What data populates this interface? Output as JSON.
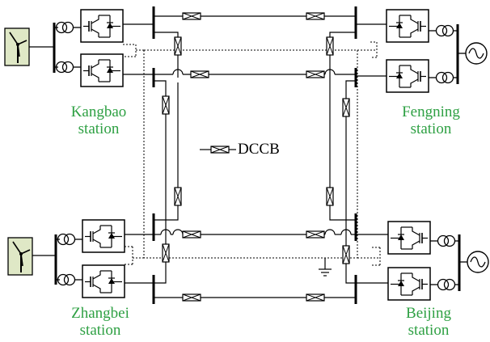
{
  "colors": {
    "station_label": "#2ea043",
    "line": "#000000",
    "turbine_fill": "#dfe8c6"
  },
  "stations": {
    "kangbao": {
      "name": "Kangbao",
      "suffix": "station",
      "source_icon": "wind-turbine-icon"
    },
    "fengning": {
      "name": "Fengning",
      "suffix": "station",
      "source_icon": "ac-source-icon"
    },
    "zhangbei": {
      "name": "Zhangbei",
      "suffix": "station",
      "source_icon": "wind-turbine-icon"
    },
    "beijing": {
      "name": "Beijing",
      "suffix": "station",
      "source_icon": "ac-source-icon"
    }
  },
  "legend": {
    "symbol_icon": "dccb-breaker-icon",
    "label": "DCCB"
  }
}
